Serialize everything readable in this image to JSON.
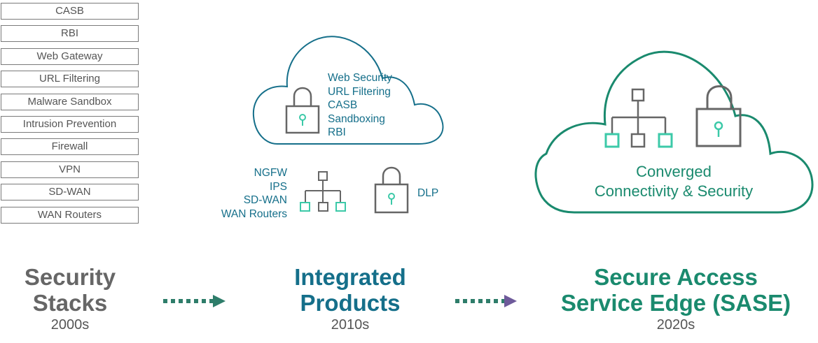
{
  "stack": {
    "items": [
      "CASB",
      "RBI",
      "Web Gateway",
      "URL Filtering",
      "Malware Sandbox",
      "Intrusion Prevention",
      "Firewall",
      "VPN",
      "SD-WAN",
      "WAN Routers"
    ]
  },
  "integrated": {
    "cloud_services": [
      "Web Security",
      "URL Filtering",
      "CASB",
      "Sandboxing",
      "RBI"
    ],
    "appliance_services": [
      "NGFW",
      "IPS",
      "SD-WAN",
      "WAN Routers"
    ],
    "dlp_label": "DLP"
  },
  "sase": {
    "cloud_label_line1": "Converged",
    "cloud_label_line2": "Connectivity & Security"
  },
  "eras": {
    "security_stacks": {
      "title_line1": "Security",
      "title_line2": "Stacks",
      "year": "2000s"
    },
    "integrated_products": {
      "title_line1": "Integrated",
      "title_line2": "Products",
      "year": "2010s"
    },
    "sase": {
      "title_line1": "Secure Access",
      "title_line2": "Service Edge (SASE)",
      "year": "2020s"
    }
  },
  "colors": {
    "gray": "#666666",
    "teal_blue": "#156f8a",
    "green": "#1a8a6e",
    "icon_teal": "#3cc9a8",
    "arrow_green": "#2e7d6a",
    "arrow_purple": "#6e5a9a"
  }
}
